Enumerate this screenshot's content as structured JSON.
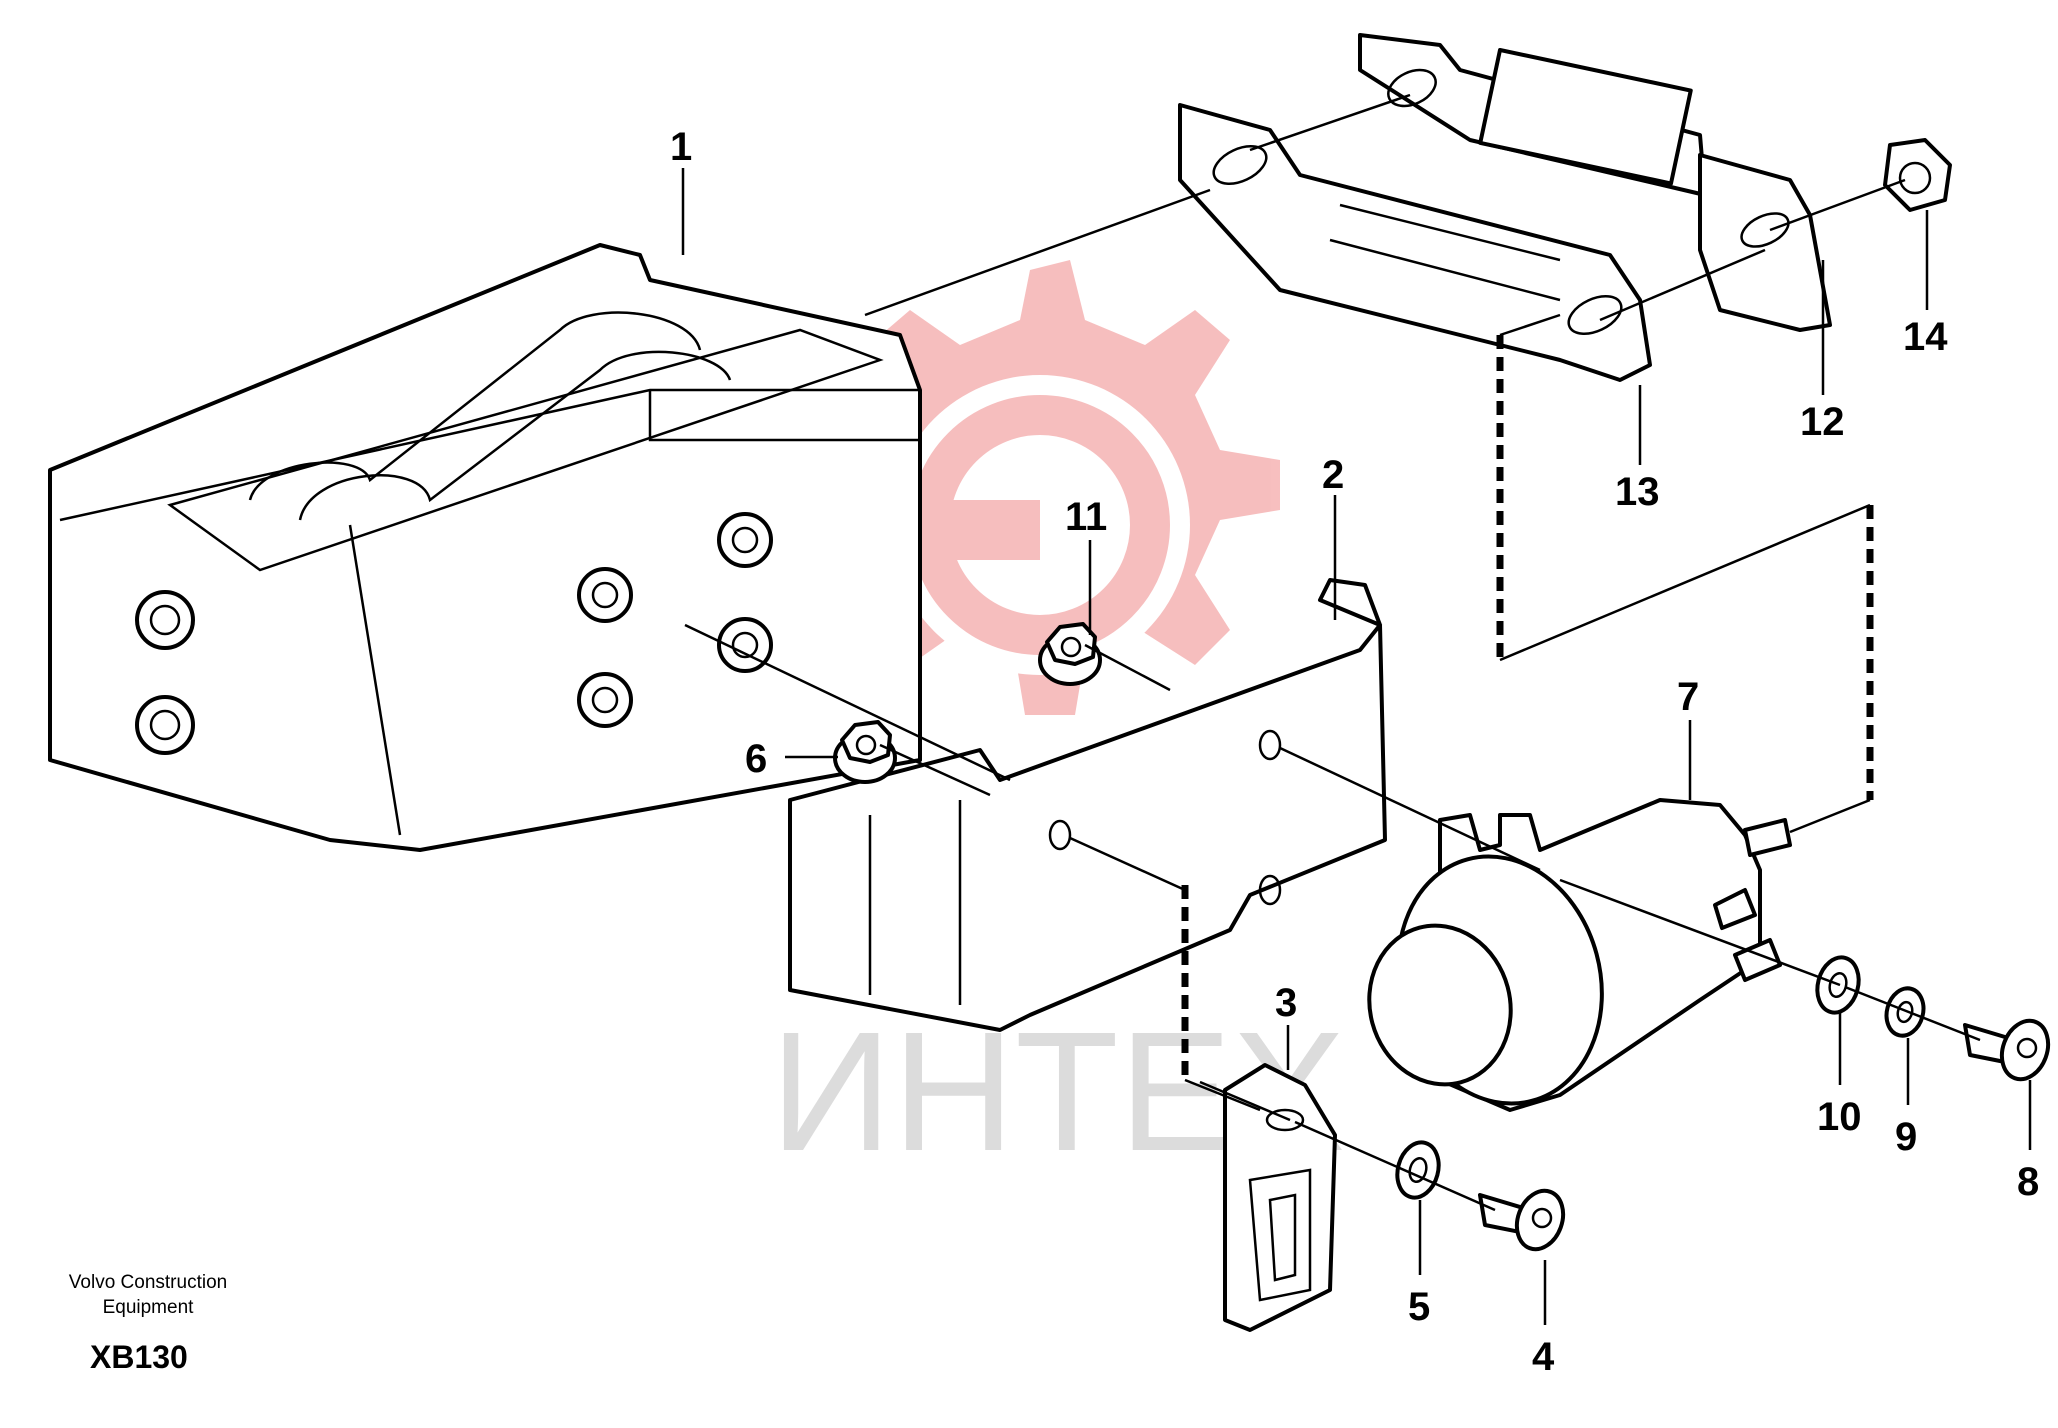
{
  "diagram": {
    "callouts": [
      {
        "id": "1",
        "label": "1"
      },
      {
        "id": "2",
        "label": "2"
      },
      {
        "id": "3",
        "label": "3"
      },
      {
        "id": "4",
        "label": "4"
      },
      {
        "id": "5",
        "label": "5"
      },
      {
        "id": "6",
        "label": "6"
      },
      {
        "id": "7",
        "label": "7"
      },
      {
        "id": "8",
        "label": "8"
      },
      {
        "id": "9",
        "label": "9"
      },
      {
        "id": "10",
        "label": "10"
      },
      {
        "id": "11",
        "label": "11"
      },
      {
        "id": "12",
        "label": "12"
      },
      {
        "id": "13",
        "label": "13"
      },
      {
        "id": "14",
        "label": "14"
      }
    ],
    "brand_line1": "Volvo Construction",
    "brand_line2": "Equipment",
    "drawing_code": "XB130",
    "watermark_text": "ИНТЕХ",
    "colors": {
      "line": "#000000",
      "watermark_logo": "#f7c6c6",
      "watermark_text": "#dcdcdc"
    }
  }
}
